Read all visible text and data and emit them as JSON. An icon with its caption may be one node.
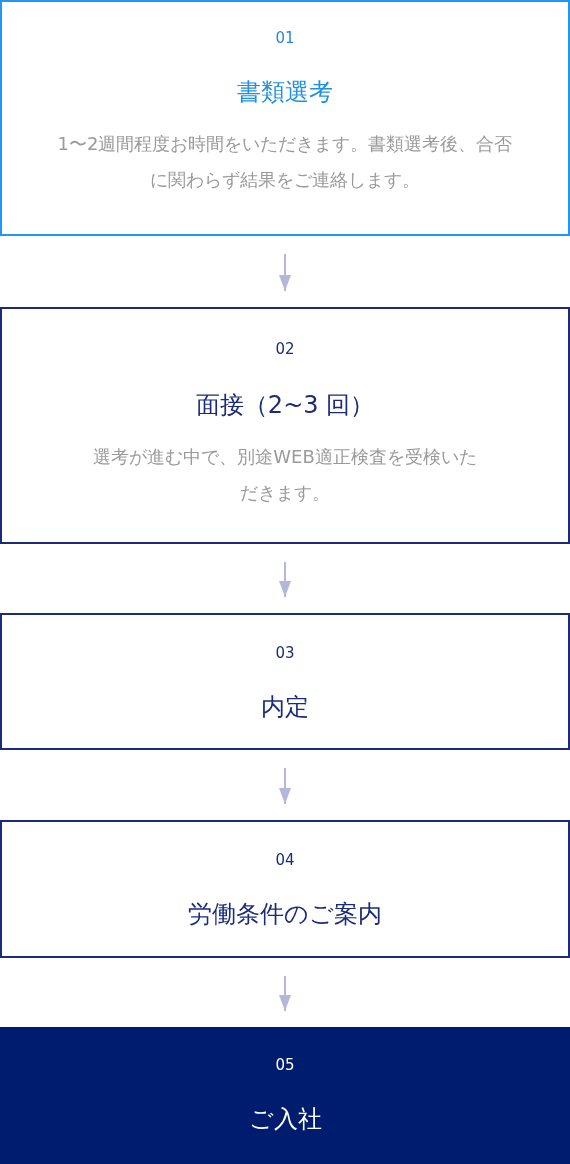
{
  "diagram": {
    "nodes": [
      {
        "text": [
          "01",
          "書類選考",
          "1〜2週間程度お時間をいただきます。書類選考後、合否に関わらず結果をご連絡します。"
        ]
      },
      {
        "text": [
          "02",
          "面接（2~3 回）",
          "選考が進む中で、別途WEB適正検査を受検いただきます。"
        ]
      },
      {
        "text": [
          "03",
          "内定"
        ]
      },
      {
        "text": [
          "04",
          "労働条件のご案内"
        ]
      },
      {
        "text": [
          "05",
          "ご入社"
        ]
      }
    ],
    "edges": [
      {
        "from": 0,
        "to": 1,
        "arrow": "to"
      },
      {
        "from": 1,
        "to": 2,
        "arrow": "to"
      },
      {
        "from": 2,
        "to": 3,
        "arrow": "to"
      },
      {
        "from": 3,
        "to": 4,
        "arrow": "to"
      }
    ]
  }
}
